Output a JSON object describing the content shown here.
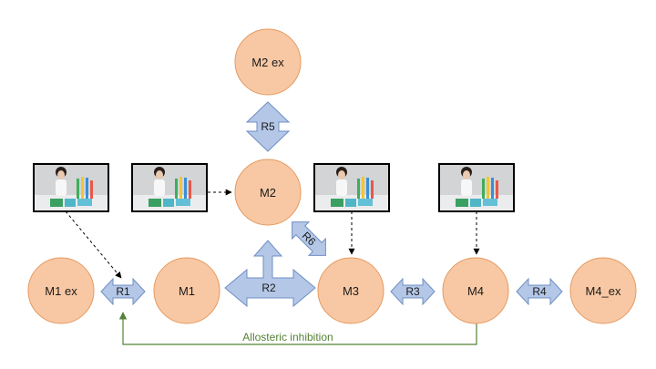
{
  "colors": {
    "node_fill": "#f8c8a4",
    "node_stroke": "#e59a60",
    "arrow_fill": "#b4c7e7",
    "arrow_stroke": "#6f8fc4",
    "inhibition": "#548235",
    "dashed": "#000000"
  },
  "nodes": {
    "m2ex": "M2 ex",
    "m2": "M2",
    "m1ex": "M1 ex",
    "m1": "M1",
    "m3": "M3",
    "m4": "M4",
    "m4ex": "M4_ex"
  },
  "reactions": {
    "r1": "R1",
    "r2": "R2",
    "r3": "R3",
    "r4": "R4",
    "r5": "R5",
    "r6": "R6"
  },
  "inhibition_label": "Allosteric inhibition",
  "photo_icon": "scientist-photo"
}
